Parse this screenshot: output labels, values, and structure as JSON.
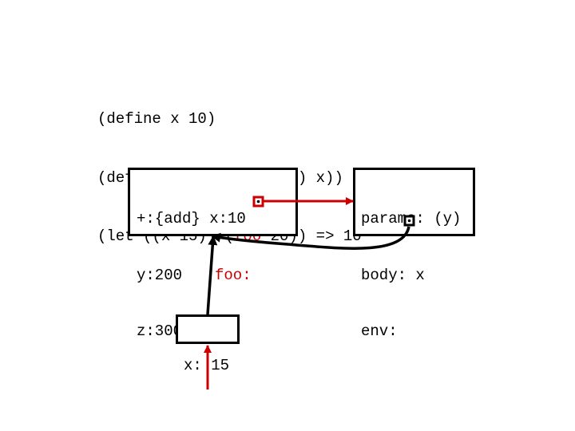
{
  "code": {
    "line1": "(define x 10)",
    "line2": "(define foo (lambda (y) x))",
    "line3_prefix": "(let ((x 15)) (",
    "line3_highlight": "foo",
    "line3_suffix": " 20)) => 10"
  },
  "global_frame": {
    "row1": "+:{add} x:10",
    "row2_left": "y:200",
    "row2_foo": "foo:",
    "row3": "z:300"
  },
  "closure": {
    "params": "params: (y)",
    "body": "body: x",
    "env": "env:"
  },
  "local_frame": {
    "binding": "x: 15"
  },
  "colors": {
    "accent": "#cc0000",
    "ink": "#000000",
    "background": "#ffffff"
  }
}
